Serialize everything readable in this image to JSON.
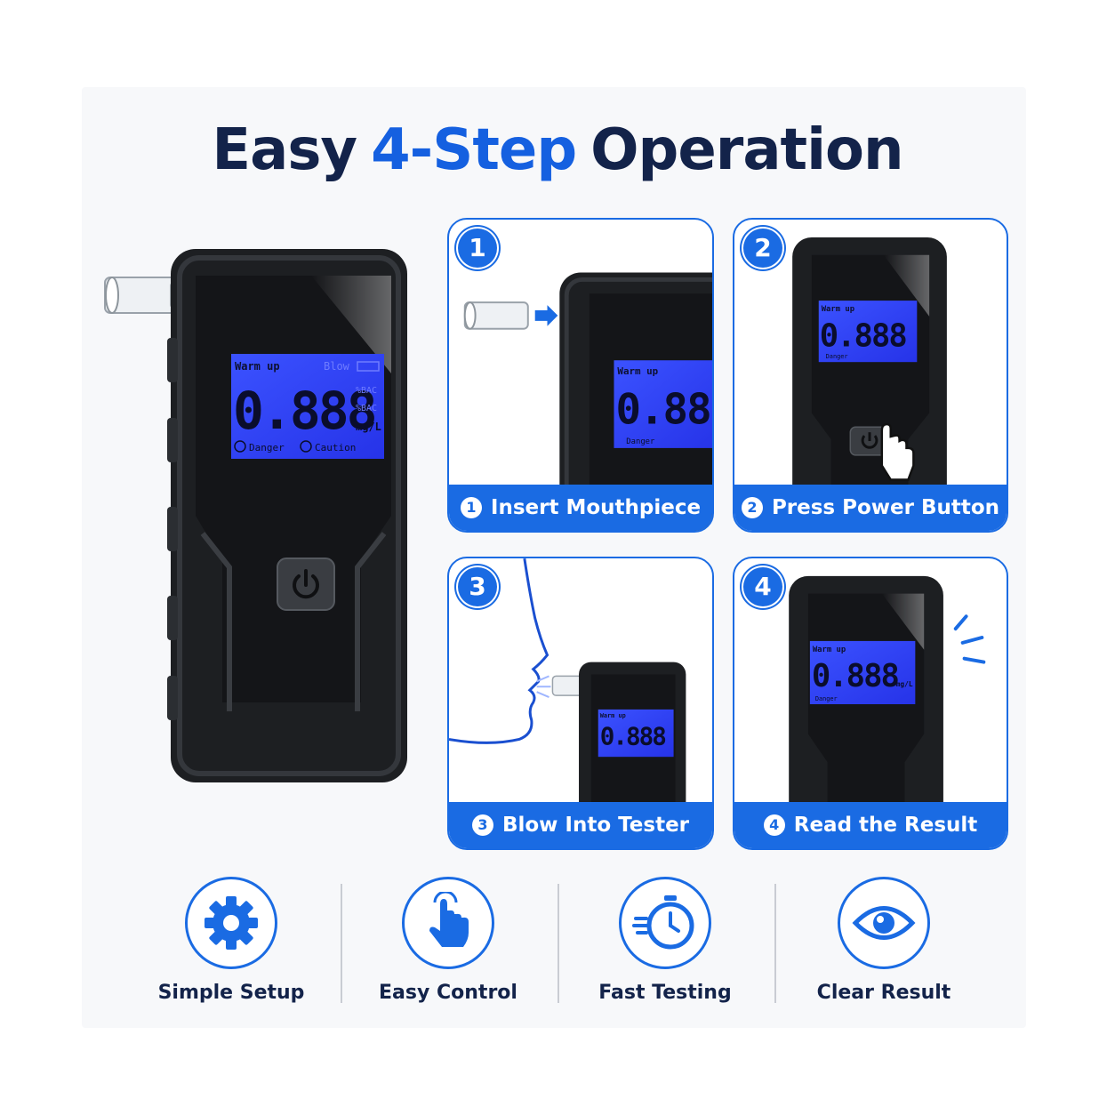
{
  "title": {
    "part1": "Easy",
    "part2": "4-Step",
    "part3": "Operation"
  },
  "colors": {
    "accent": "#1a6be3",
    "navy": "#13234a",
    "device": "#1d1f22",
    "lcd": "#2f3cff"
  },
  "device": {
    "lcd": {
      "warm_up": "Warm up",
      "blow": "Blow",
      "digits": "0.888",
      "unit_bac1": "%BAC",
      "unit_bac2": "%BAC",
      "unit_mgl": "mg/L",
      "danger": "Danger",
      "caution": "Caution"
    },
    "power_icon": "power-icon"
  },
  "steps": [
    {
      "number": "1",
      "label": "Insert Mouthpiece",
      "icon": "mouthpiece-arrow-icon"
    },
    {
      "number": "2",
      "label": "Press Power Button",
      "icon": "pointing-hand-icon"
    },
    {
      "number": "3",
      "label": "Blow Into Tester",
      "icon": "face-profile-icon"
    },
    {
      "number": "4",
      "label": "Read the Result",
      "icon": "result-flash-icon"
    }
  ],
  "features": [
    {
      "label": "Simple Setup",
      "icon": "gear-icon"
    },
    {
      "label": "Easy Control",
      "icon": "tap-hand-icon"
    },
    {
      "label": "Fast Testing",
      "icon": "stopwatch-icon"
    },
    {
      "label": "Clear Result",
      "icon": "eye-icon"
    }
  ]
}
